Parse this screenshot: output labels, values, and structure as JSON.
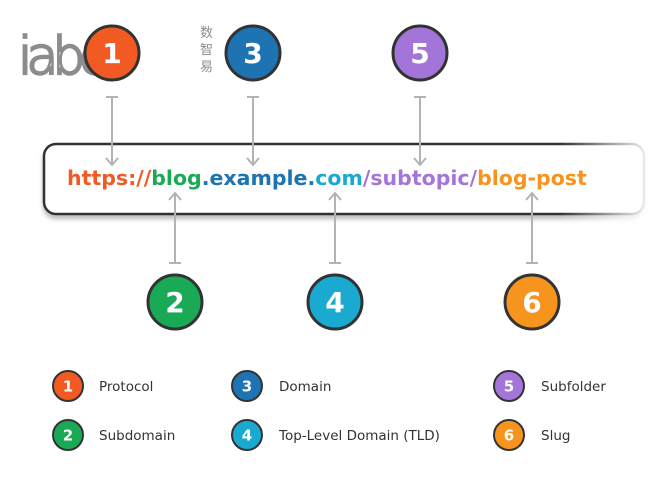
{
  "logo": {
    "text": "iabcd",
    "cjk": [
      "数",
      "智",
      "易"
    ]
  },
  "url_parts": [
    {
      "text": "https://",
      "color": "#f15a22"
    },
    {
      "text": "blog",
      "color": "#1aaa55"
    },
    {
      "text": ".",
      "color": "#1e73b3"
    },
    {
      "text": "example",
      "color": "#1e73b3"
    },
    {
      "text": ".",
      "color": "#1e73b3"
    },
    {
      "text": "com",
      "color": "#19a9d1"
    },
    {
      "text": "/",
      "color": "#a375d9"
    },
    {
      "text": "subtopic",
      "color": "#a375d9"
    },
    {
      "text": "/",
      "color": "#a375d9"
    },
    {
      "text": "blog-post",
      "color": "#f7941d"
    }
  ],
  "parts": [
    {
      "num": "1",
      "label": "Protocol",
      "color": "#f15a22"
    },
    {
      "num": "2",
      "label": "Subdomain",
      "color": "#1aaa55"
    },
    {
      "num": "3",
      "label": "Domain",
      "color": "#1e73b3"
    },
    {
      "num": "4",
      "label": "Top-Level Domain (TLD)",
      "color": "#19a9d1"
    },
    {
      "num": "5",
      "label": "Subfolder",
      "color": "#a375d9"
    },
    {
      "num": "6",
      "label": "Slug",
      "color": "#f7941d"
    }
  ],
  "colors": {
    "arrow": "#b3b3b3",
    "outline": "#333333"
  }
}
